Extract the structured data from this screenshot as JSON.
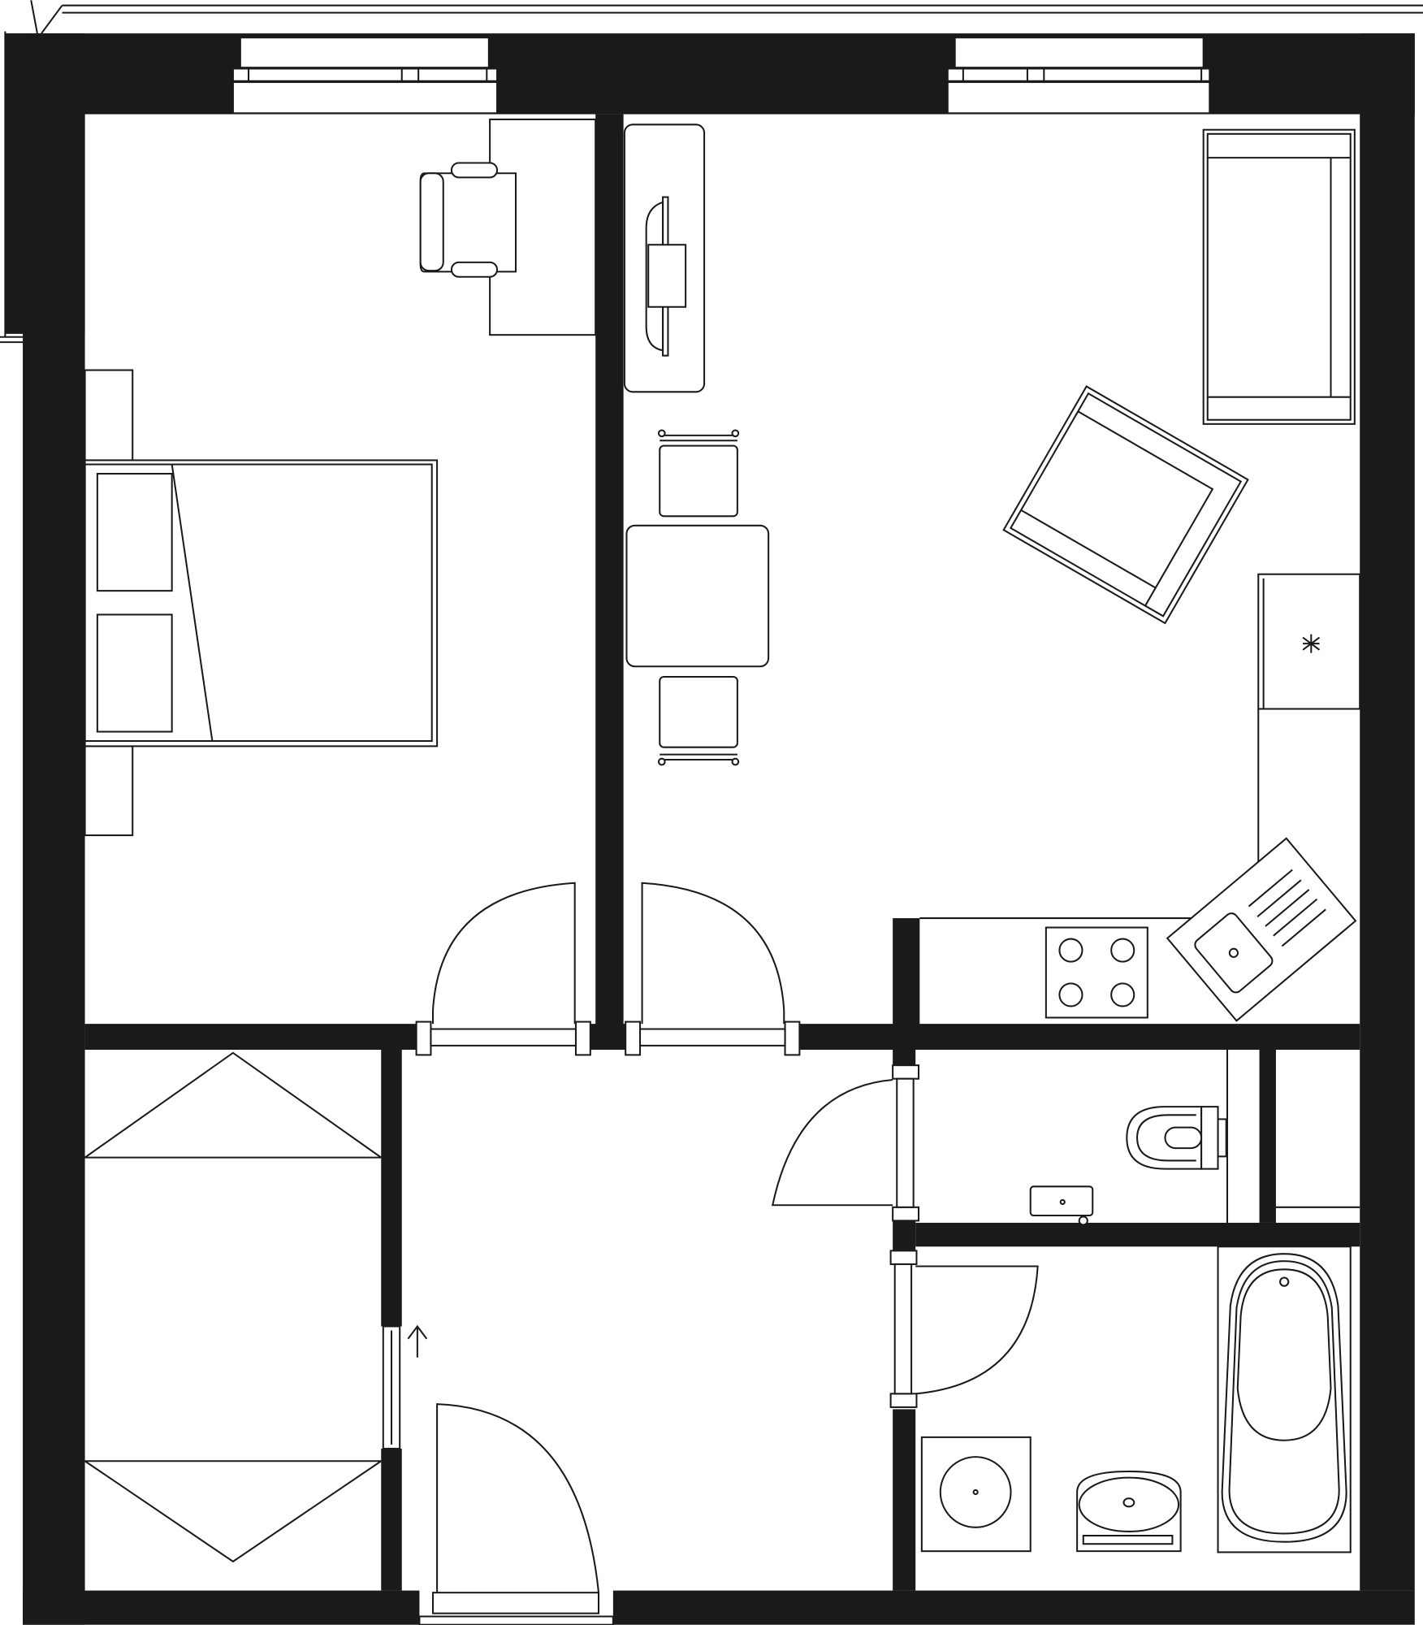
{
  "colors": {
    "wall": "#1a1a1a",
    "floor": "#ffffff",
    "line": "#1a1a1a"
  },
  "rooms": [
    "bedroom",
    "living-kitchen",
    "hallway",
    "storage",
    "wc",
    "bathroom"
  ],
  "icons": [
    "bed-icon",
    "desk-icon",
    "armchair-icon",
    "sofa-icon",
    "dining-table-icon",
    "tv-bench-icon",
    "fridge-icon",
    "hob-icon",
    "sink-icon",
    "toilet-icon",
    "bathtub-icon",
    "washing-machine-icon",
    "washbasin-icon",
    "door-icon",
    "window-icon",
    "wardrobe-icon",
    "entrance-arrow-icon"
  ]
}
